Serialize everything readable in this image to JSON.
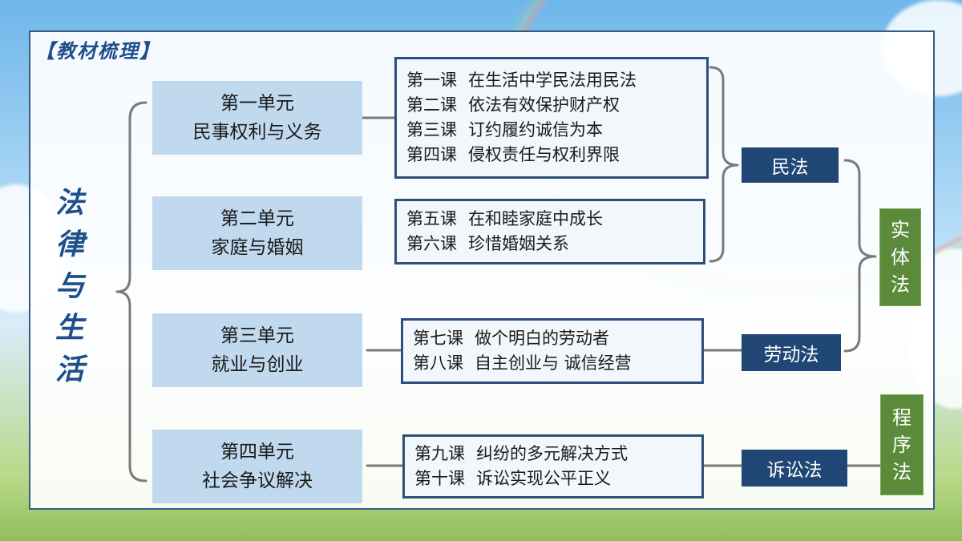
{
  "header": "【教材梳理】",
  "title_chars": [
    "法",
    "律",
    "与",
    "生",
    "活"
  ],
  "units": [
    {
      "line1": "第一单元",
      "line2": "民事权利与义务"
    },
    {
      "line1": "第二单元",
      "line2": "家庭与婚姻"
    },
    {
      "line1": "第三单元",
      "line2": "就业与创业"
    },
    {
      "line1": "第四单元",
      "line2": "社会争议解决"
    }
  ],
  "lessons": [
    [
      {
        "num": "第一课",
        "title": "在生活中学民法用民法"
      },
      {
        "num": "第二课",
        "title": "依法有效保护财产权"
      },
      {
        "num": "第三课",
        "title": "订约履约诚信为本"
      },
      {
        "num": "第四课",
        "title": "侵权责任与权利界限"
      }
    ],
    [
      {
        "num": "第五课",
        "title": "在和睦家庭中成长"
      },
      {
        "num": "第六课",
        "title": "珍惜婚姻关系"
      }
    ],
    [
      {
        "num": "第七课",
        "title": "做个明白的劳动者"
      },
      {
        "num": "第八课",
        "title": "自主创业与 诚信经营"
      }
    ],
    [
      {
        "num": "第九课",
        "title": "纠纷的多元解决方式"
      },
      {
        "num": "第十课",
        "title": "诉讼实现公平正义"
      }
    ]
  ],
  "laws": {
    "civil": "民法",
    "labor": "劳动法",
    "litigation": "诉讼法"
  },
  "categories": {
    "substantive": [
      "实",
      "体",
      "法"
    ],
    "procedural": [
      "程",
      "序",
      "法"
    ]
  },
  "colors": {
    "unit_fill": "#c0d9ee",
    "lesson_border": "#2c4f7c",
    "law_fill": "#1f4674",
    "category_fill": "#5a8a3a",
    "title_blue": "#1e4f8a"
  }
}
